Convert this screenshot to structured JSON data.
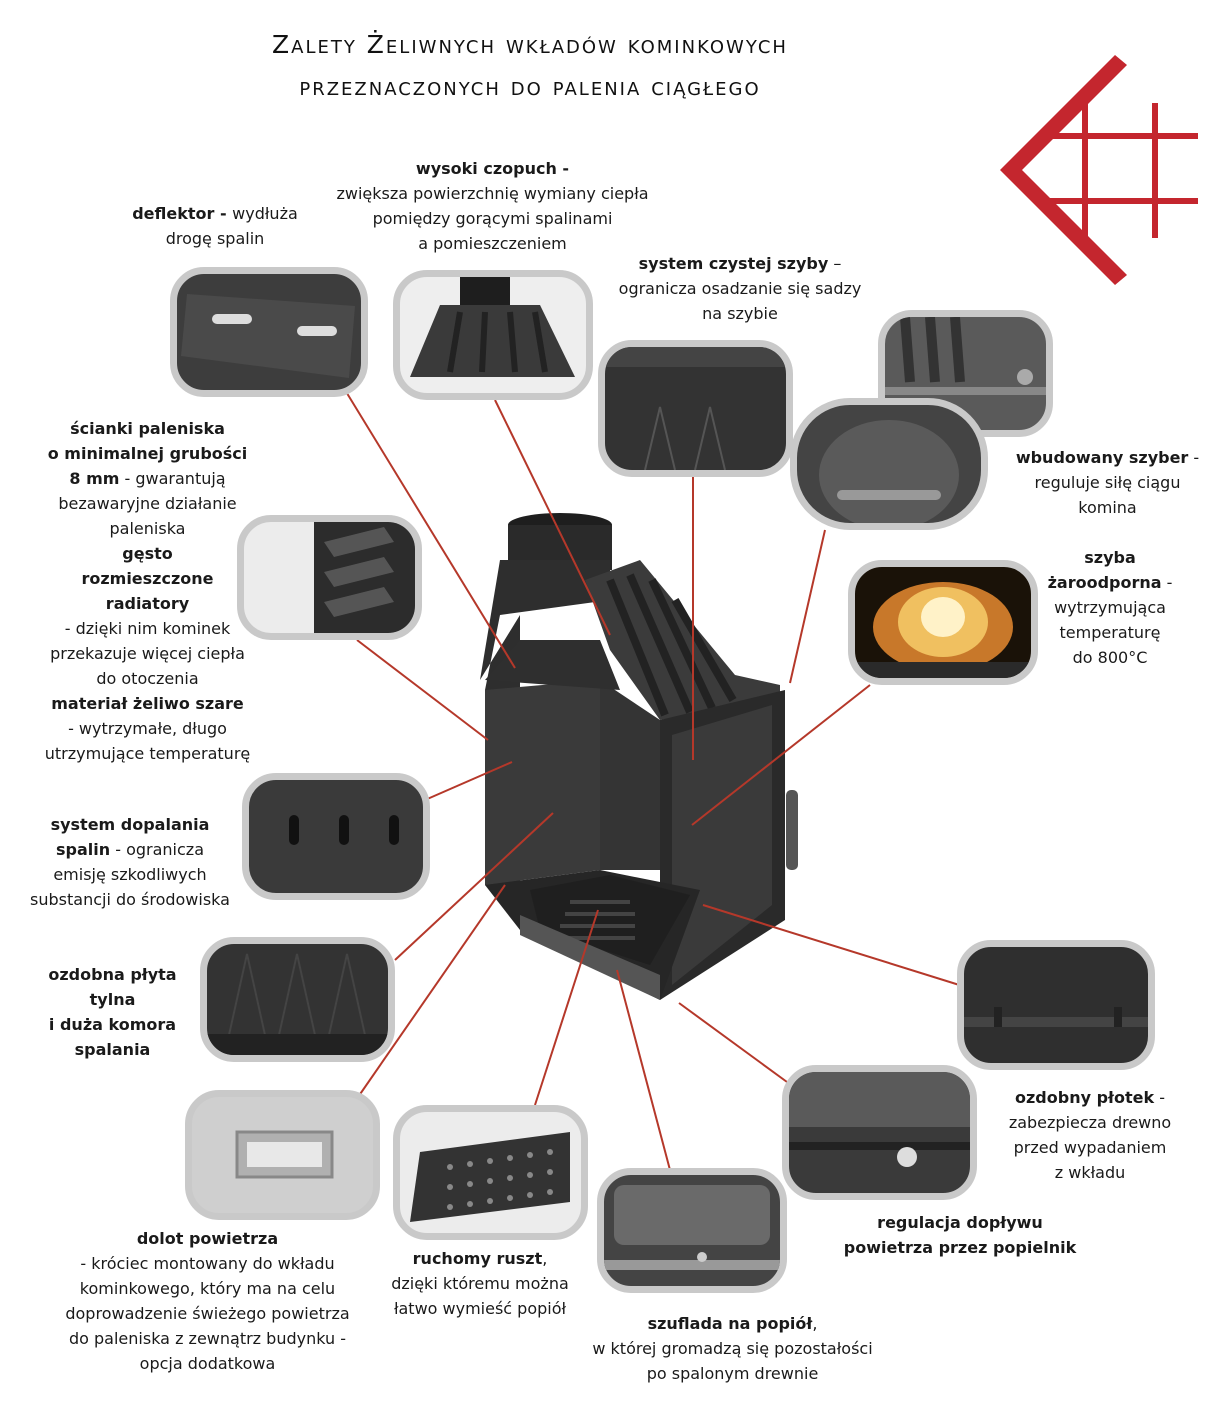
{
  "title": {
    "line1": "Zalety Żeliwnych wkładów kominkowych",
    "line2": "przeznaczonych do palenia ciągłego"
  },
  "brand_color": "#c4262e",
  "leader_color": "#b5382a",
  "labels": {
    "deflektor": {
      "bold": "deflektor - ",
      "rest_a": "wydłuża",
      "rest_b": "drogę spalin"
    },
    "czopuch": {
      "bold": "wysoki czopuch -",
      "l2": "zwiększa powierzchnię wymiany ciepła",
      "l3": "pomiędzy gorącymi spalinami",
      "l4": "a pomieszczeniem"
    },
    "szyba_sys": {
      "bold": "system czystej szyby",
      "dash": " –",
      "l2": "ogranicza osadzanie się sadzy",
      "l3": "na szybie"
    },
    "szyber": {
      "bold": "wbudowany szyber",
      "dash": " -",
      "l2": "reguluje siłę ciągu",
      "l3": "komina"
    },
    "szyba": {
      "bold1": "szyba",
      "bold2": "żaroodporna",
      "dash": " -",
      "l3": "wytrzymująca",
      "l4": "temperaturę",
      "l5": "do 800°C"
    },
    "scianki": {
      "b1": "ścianki paleniska",
      "b2": "o minimalnej grubości",
      "b3": "8 mm",
      "r3": " - gwarantują",
      "l4": "bezawaryjne działanie",
      "l5": "paleniska"
    },
    "radiatory": {
      "b1": "gęsto",
      "b2": "rozmieszczone",
      "b3": "radiatory",
      "l4": "- dzięki nim kominek",
      "l5": "przekazuje więcej ciepła",
      "l6": "do otoczenia"
    },
    "material": {
      "b1": "materiał żeliwo szare",
      "l2": "- wytrzymałe, długo",
      "l3": "utrzymujące temperaturę"
    },
    "dopalanie": {
      "b1": "system dopalania",
      "b2": "spalin",
      "r2": " - ogranicza",
      "l3": "emisję szkodliwych",
      "l4": "substancji do środowiska"
    },
    "plyta": {
      "b1": "ozdobna płyta",
      "b2": "tylna",
      "b3": "i duża komora",
      "b4": "spalania"
    },
    "dolot": {
      "b1": "dolot powietrza",
      "l2": "- króciec montowany do wkładu",
      "l3": "kominkowego, który ma na celu",
      "l4": "doprowadzenie świeżego powietrza",
      "l5": "do paleniska z zewnątrz budynku -",
      "l6": "opcja dodatkowa"
    },
    "ruszt": {
      "b1": "ruchomy ruszt",
      "comma": ",",
      "l2": "dzięki któremu można",
      "l3": "łatwo wymieść popiół"
    },
    "szuflada": {
      "b1": "szuflada na popiół",
      "comma": ",",
      "l2": "w której gromadzą się pozostałości",
      "l3": "po spalonym drewnie"
    },
    "plotek": {
      "b1": "ozdobny płotek",
      "dash": " -",
      "l2": "zabezpiecza drewno",
      "l3": "przed wypadaniem",
      "l4": "z wkładu"
    },
    "regulacja": {
      "b1": "regulacja dopływu",
      "b2": "powietrza przez popielnik"
    }
  },
  "thumbnails": [
    "deflector-thumb",
    "flue-thumb",
    "clean-glass-thumb",
    "damper-thumb",
    "damper-round-thumb",
    "glass-fire-thumb",
    "radiators-thumb",
    "afterburn-thumb",
    "back-plate-thumb",
    "air-inlet-thumb",
    "grate-thumb",
    "ash-drawer-thumb",
    "fence-thumb",
    "air-regulation-thumb"
  ]
}
